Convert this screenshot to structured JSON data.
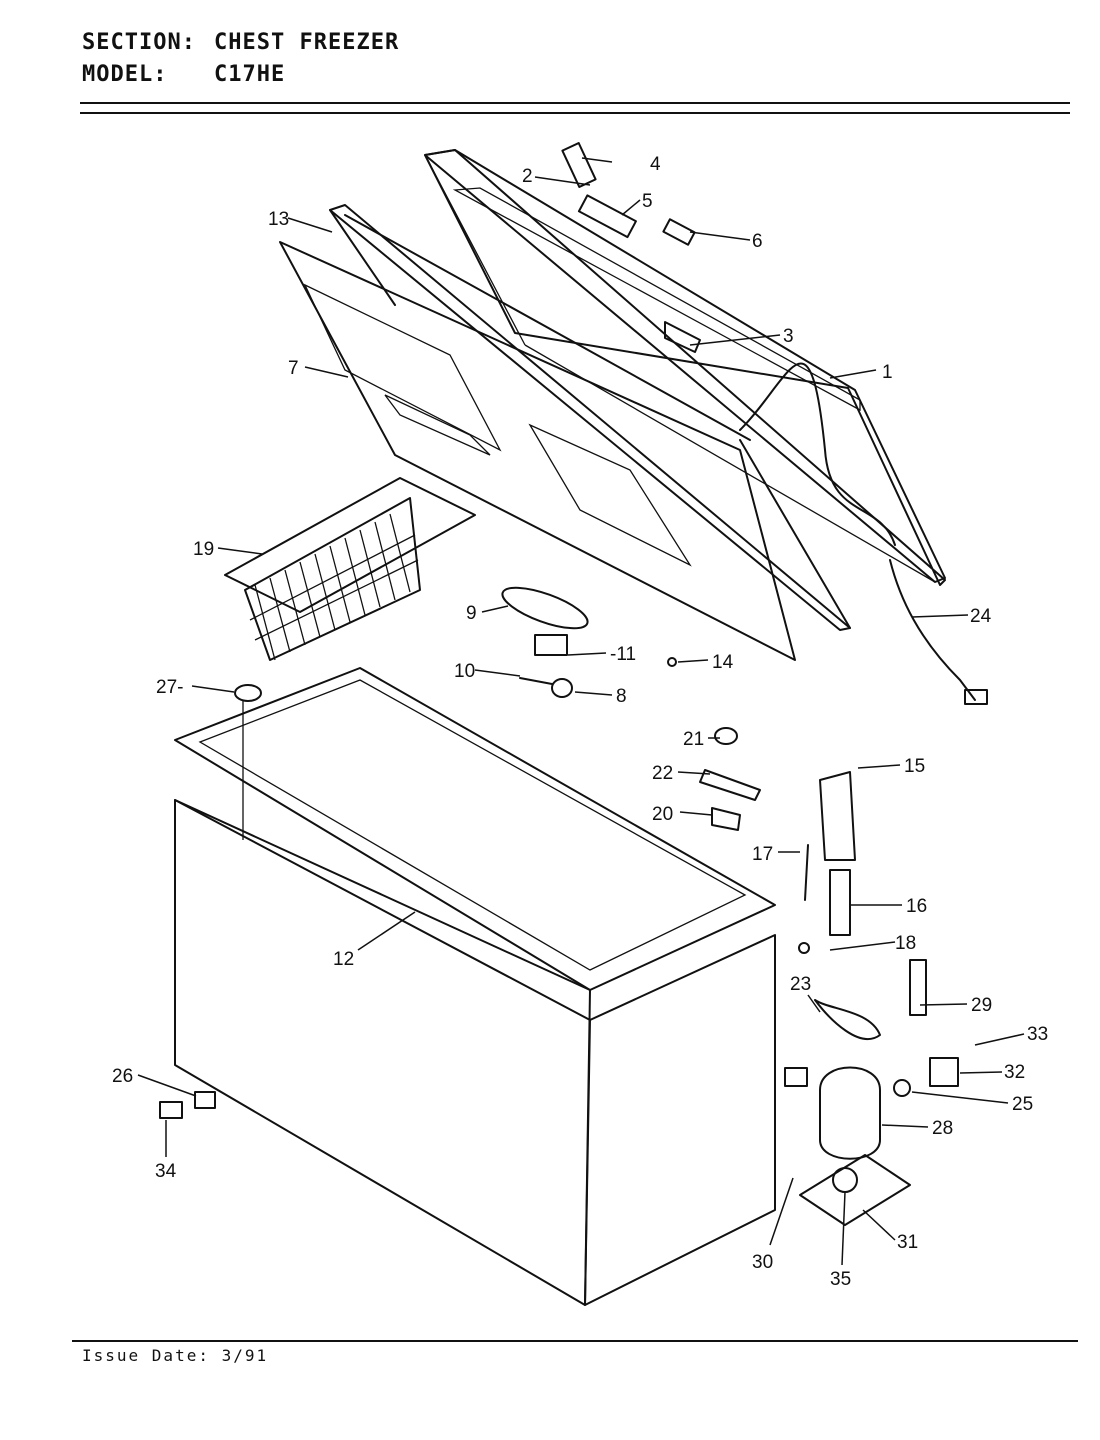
{
  "header": {
    "section_key": "SECTION:",
    "section_value": "CHEST FREEZER",
    "model_key": "MODEL:",
    "model_value": "C17HE"
  },
  "footer": {
    "issue_key": "Issue Date:",
    "issue_value": "3/91"
  },
  "callouts": [
    "1",
    "2",
    "3",
    "4",
    "5",
    "6",
    "7",
    "8",
    "9",
    "10",
    "11",
    "12",
    "13",
    "14",
    "15",
    "16",
    "17",
    "18",
    "19",
    "20",
    "21",
    "22",
    "23",
    "24",
    "25",
    "26",
    "27",
    "28",
    "29",
    "30",
    "31",
    "32",
    "33",
    "34",
    "35"
  ]
}
